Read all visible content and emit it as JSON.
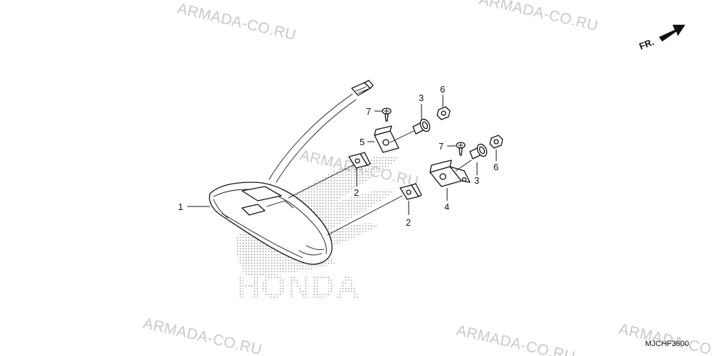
{
  "watermarks": [
    "ARMADA-CO.RU",
    "ARMADA-CO.RU",
    "ARMADA-CO.RU",
    "ARMADA-CO.RU",
    "ARMADA-CO.RU",
    "ARMADA-CO.RU"
  ],
  "logo": {
    "wordmark": "HONDA"
  },
  "direction_indicator": {
    "label": "FR."
  },
  "diagram_code": "MJCHF3600",
  "callouts": {
    "tail_light_unit": "1",
    "rubber_upper": "2",
    "rubber_lower": "2",
    "collar_upper": "3",
    "collar_lower": "3",
    "bracket_lower": "4",
    "bracket_upper": "5",
    "nut_upper": "6",
    "nut_lower": "6",
    "screw_upper": "7",
    "screw_lower": "7"
  },
  "colors": {
    "line": "#111111",
    "watermark": "#c9c9c9",
    "logo_dots": "#9a9a9a"
  }
}
